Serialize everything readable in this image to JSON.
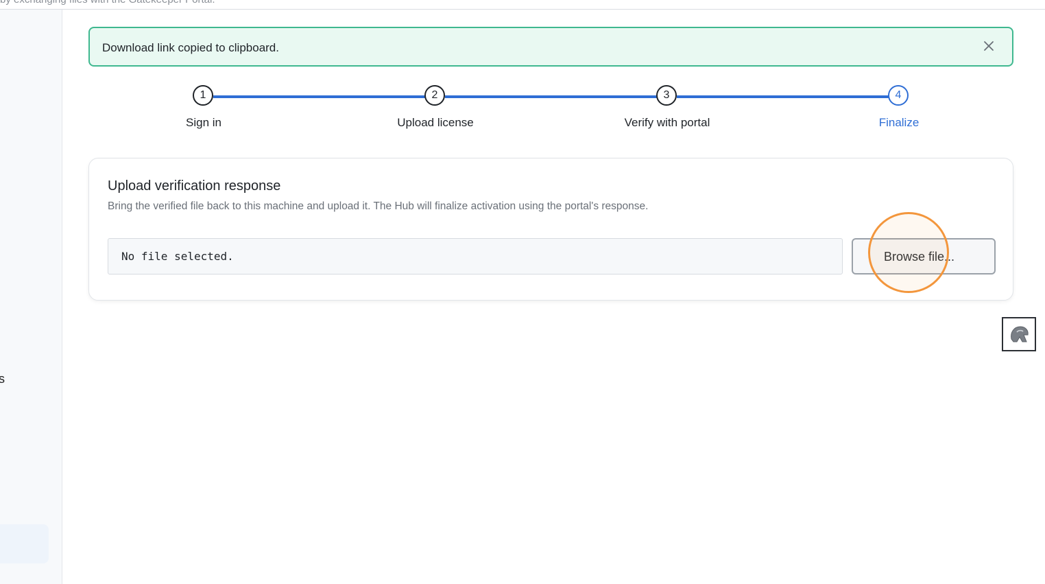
{
  "topbar": {
    "text": "by exchanging files with the Gatekeeper Portal."
  },
  "sidebar": {
    "fragment": "s"
  },
  "alert": {
    "message": "Download link copied to clipboard.",
    "close_icon": "close-icon"
  },
  "stepper": {
    "steps": [
      {
        "number": "1",
        "label": "Sign in"
      },
      {
        "number": "2",
        "label": "Upload license"
      },
      {
        "number": "3",
        "label": "Verify with portal"
      },
      {
        "number": "4",
        "label": "Finalize"
      }
    ],
    "active_step": 4,
    "active_color": "#2f6ed5"
  },
  "card": {
    "title": "Upload verification response",
    "description": "Bring the verified file back to this machine and upload it. The Hub will finalize activation using the portal's response.",
    "file_status": "No file selected.",
    "browse_label": "Browse file..."
  },
  "colors": {
    "success_bg": "#e9f9f2",
    "success_border": "#3fb88f",
    "highlight": "#f3963c"
  },
  "floating_widget": {
    "icon": "helmet-icon"
  }
}
